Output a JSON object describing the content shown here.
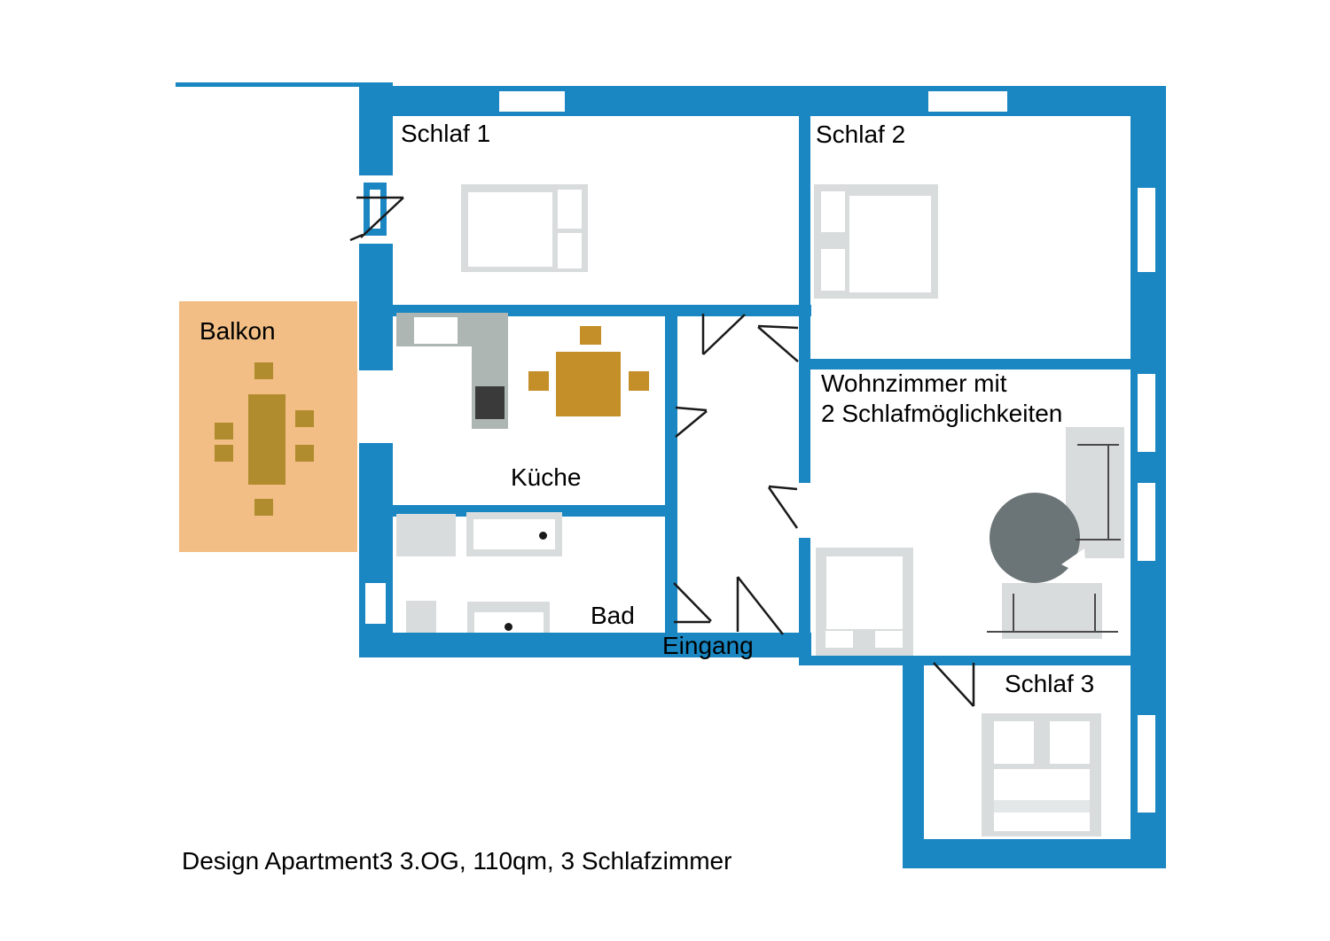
{
  "title": "Design Apartment3 3.OG, 110qm, 3 Schlafzimmer",
  "rooms": {
    "schlaf1": "Schlaf 1",
    "schlaf2": "Schlaf 2",
    "schlaf3": "Schlaf 3",
    "wohnzimmer_line1": "Wohnzimmer mit",
    "wohnzimmer_line2": "2 Schlafmöglichkeiten",
    "kueche": "Küche",
    "bad": "Bad",
    "balkon": "Balkon",
    "eingang": "Eingang"
  },
  "colors": {
    "wall": "#1a87c2",
    "balcony": "#f2be85",
    "wood": "#c48e29",
    "wood_dark": "#b18c2e",
    "furniture_light": "#d9dcdc",
    "furniture_band": "#e4e7e7",
    "counter": "#aeb6b3",
    "stove": "#3a3a3a",
    "seat_dark": "#6b7476",
    "line": "#1a1a1a",
    "furniture_line": "#4a4a4a",
    "text": "#000000",
    "background": "#ffffff"
  }
}
